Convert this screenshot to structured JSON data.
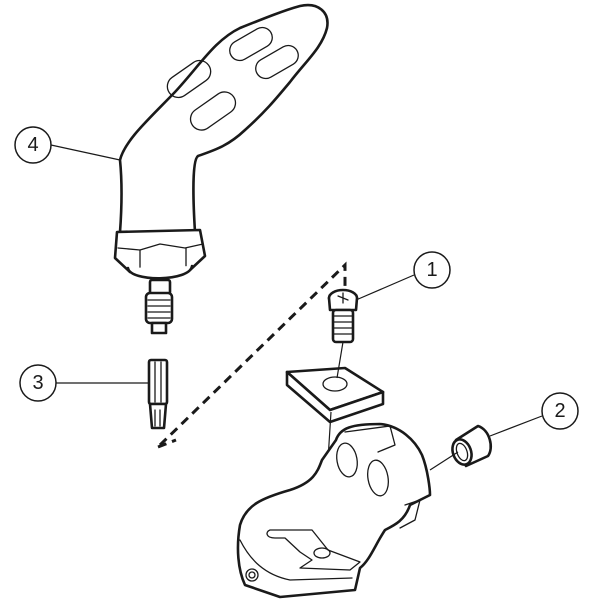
{
  "diagram": {
    "callouts": [
      {
        "id": "1",
        "label": "1"
      },
      {
        "id": "2",
        "label": "2"
      },
      {
        "id": "3",
        "label": "3"
      },
      {
        "id": "4",
        "label": "4"
      }
    ],
    "line_color": "#1a1a1a",
    "background": "#ffffff"
  }
}
